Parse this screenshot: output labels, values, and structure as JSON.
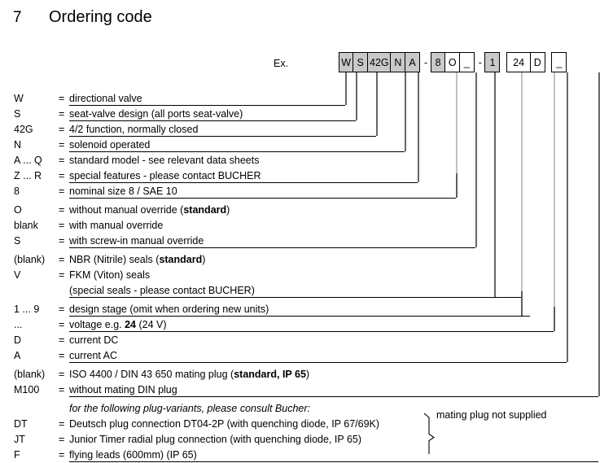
{
  "heading": {
    "number": "7",
    "title": "Ordering code"
  },
  "example": {
    "label": "Ex.",
    "boxes": [
      {
        "text": "W",
        "shaded": true,
        "wide": false
      },
      {
        "text": "S",
        "shaded": true,
        "wide": false
      },
      {
        "text": "42G",
        "shaded": true,
        "wide": true
      },
      {
        "text": "N",
        "shaded": true,
        "wide": false
      },
      {
        "text": "A",
        "shaded": true,
        "wide": false
      },
      {
        "text": "-",
        "type": "dash"
      },
      {
        "text": "8",
        "shaded": true,
        "wide": false
      },
      {
        "text": "O",
        "shaded": false,
        "wide": false
      },
      {
        "text": "_",
        "shaded": false,
        "wide": false
      },
      {
        "text": "-",
        "type": "dash"
      },
      {
        "text": "1",
        "shaded": true,
        "wide": false
      },
      {
        "text": "",
        "type": "gap"
      },
      {
        "text": "24",
        "shaded": false,
        "wide": true
      },
      {
        "text": "D",
        "shaded": false,
        "wide": false
      },
      {
        "text": "",
        "type": "gap"
      },
      {
        "text": "_",
        "shaded": false,
        "wide": false
      }
    ]
  },
  "rows": [
    {
      "code": "W",
      "eq": "=",
      "desc": "directional valve"
    },
    {
      "code": "S",
      "eq": "=",
      "desc": "seat-valve design (all ports seat-valve)"
    },
    {
      "code": "42G",
      "eq": "=",
      "desc": "4/2 function, normally closed"
    },
    {
      "code": "N",
      "eq": "=",
      "desc": "solenoid operated"
    },
    {
      "code": "A ... Q",
      "eq": "=",
      "desc": "standard model - see relevant data sheets"
    },
    {
      "code": "Z ... R",
      "eq": "=",
      "desc": "special features - please contact BUCHER"
    },
    {
      "code": "8",
      "eq": "=",
      "desc": "nominal size 8 / SAE 10"
    },
    {
      "code": "O",
      "eq": "=",
      "desc_html": "without manual override (<b>standard</b>)"
    },
    {
      "code": "blank",
      "eq": "=",
      "desc": "with manual override"
    },
    {
      "code": "S",
      "eq": "=",
      "desc": "with screw-in manual override"
    },
    {
      "code": "(blank)",
      "eq": "=",
      "desc_html": "NBR (Nitrile) seals  (<b>standard</b>)"
    },
    {
      "code": "V",
      "eq": "=",
      "desc": "FKM (Viton) seals"
    },
    {
      "code": "",
      "eq": "",
      "desc": "(special seals - please contact BUCHER)"
    },
    {
      "code": "1 ... 9",
      "eq": "=",
      "desc": "design stage (omit when ordering new units)"
    },
    {
      "code": "...",
      "eq": "=",
      "desc_html": "voltage e.g. <b>24</b> (24 V)"
    },
    {
      "code": "D",
      "eq": "=",
      "desc": "current  DC"
    },
    {
      "code": "A",
      "eq": "=",
      "desc": "current  AC"
    },
    {
      "code": "(blank)",
      "eq": "=",
      "desc_html": "ISO 4400 / DIN 43 650 mating plug (<b>standard, IP 65</b>)"
    },
    {
      "code": "M100",
      "eq": "=",
      "desc": "without mating DIN plug"
    },
    {
      "code": "",
      "eq": "",
      "desc": "for the following plug-variants, please consult Bucher:",
      "italic": true
    },
    {
      "code": "DT",
      "eq": "=",
      "desc": "Deutsch plug connection DT04-2P (with quenching diode, IP 67/69K)"
    },
    {
      "code": "JT",
      "eq": "=",
      "desc": "Junior Timer radial plug connection (with quenching diode, IP 65)"
    },
    {
      "code": "F",
      "eq": "=",
      "desc": "flying leads (600mm) (IP 65)"
    }
  ],
  "brace_note": "mating plug not supplied",
  "colors": {
    "shaded_box": "#c9c9c9",
    "line": "#000000",
    "leader_grey": "#9a9a9a",
    "background": "#ffffff"
  }
}
